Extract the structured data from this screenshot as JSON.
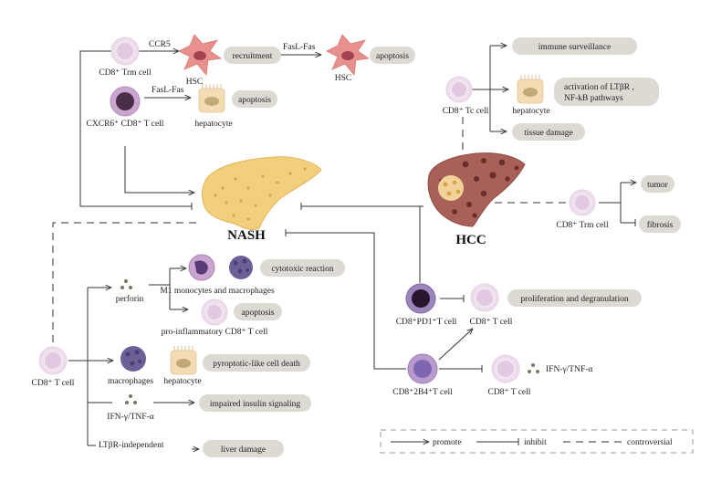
{
  "nash_label": "NASH",
  "hcc_label": "HCC",
  "top": {
    "trm_cell": "CD8⁺ Trm cell",
    "ccr5": "CCR5",
    "hsc1": "HSC",
    "recruitment": "recruitment",
    "fasl1": "FasL-Fas",
    "hsc2": "HSC",
    "apoptosis1": "apoptosis",
    "cxcr6_cell": "CXCR6⁺ CD8⁺ T cell",
    "fasl2": "FasL-Fas",
    "hepatocyte": "hepatocyte",
    "apoptosis2": "apoptosis"
  },
  "hcc_side": {
    "tc_cell": "CD8⁺ Tc cell",
    "immune_surveillance": "immune surveillance",
    "hepatocyte": "hepatocyte",
    "activation_line1": "activation of LTβR ,",
    "activation_line2": "NF-kB pathways",
    "tissue_damage": "tissue damage",
    "trm_cell": "CD8⁺ Trm cell",
    "tumor": "tumor",
    "fibrosis": "fibrosis"
  },
  "bottom_left": {
    "t_cell": "CD8⁺ T cell",
    "perforin": "perforin",
    "m1": "M1 monocytes and macrophages",
    "cytotoxic": "cytotoxic reaction",
    "proinflammatory": "pro-inflammatory CD8⁺ T cell",
    "apoptosis": "apoptosis",
    "macrophages": "macrophages",
    "hepatocyte": "hepatocyte",
    "pyroptotic": "pyroptotic-like cell death",
    "ifn": "IFN-γ/TNF-α",
    "insulin": "impaired insulin signaling",
    "ltbr": "LTβR-independent",
    "liver_damage": "liver damage"
  },
  "bottom_right": {
    "pd1_cell": "CD8⁺PD1⁺T cell",
    "t_cell1": "CD8⁺ T cell",
    "proliferation": "proliferation and degranulation",
    "twob4_cell": "CD8⁺2B4⁺T cell",
    "t_cell2": "CD8⁺ T cell",
    "ifn": "IFN-γ/TNF-α"
  },
  "legend": {
    "promote": "promote",
    "inhibit": "inhibit",
    "controversial": "controversial"
  }
}
